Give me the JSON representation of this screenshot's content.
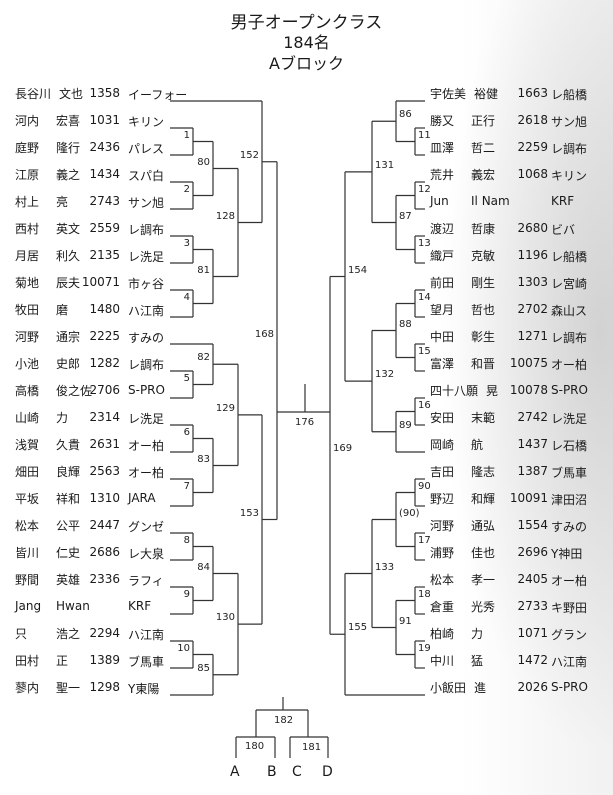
{
  "title": {
    "line1": "男子オープンクラス",
    "line2": "184名",
    "line3": "Aブロック"
  },
  "left": {
    "players": [
      {
        "family": "長谷川",
        "given": "文也",
        "id": "1358",
        "club": "イーフォー"
      },
      {
        "family": "河内",
        "given": "宏喜",
        "id": "1031",
        "club": "キリン"
      },
      {
        "family": "庭野",
        "given": "隆行",
        "id": "2436",
        "club": "パレス"
      },
      {
        "family": "江原",
        "given": "義之",
        "id": "1434",
        "club": "スパ白"
      },
      {
        "family": "村上",
        "given": "亮",
        "id": "2743",
        "club": "サン旭"
      },
      {
        "family": "西村",
        "given": "英文",
        "id": "2559",
        "club": "レ調布"
      },
      {
        "family": "月居",
        "given": "利久",
        "id": "2135",
        "club": "レ洗足"
      },
      {
        "family": "菊地",
        "given": "辰夫",
        "id": "10071",
        "club": "市ヶ谷"
      },
      {
        "family": "牧田",
        "given": "磨",
        "id": "1480",
        "club": "ハ江南"
      },
      {
        "family": "河野",
        "given": "通宗",
        "id": "2225",
        "club": "すみの"
      },
      {
        "family": "小池",
        "given": "史郎",
        "id": "1282",
        "club": "レ調布"
      },
      {
        "family": "高橋",
        "given": "俊之佐",
        "id": "2706",
        "club": "S-PRO"
      },
      {
        "family": "山崎",
        "given": "力",
        "id": "2314",
        "club": "レ洗足"
      },
      {
        "family": "浅賀",
        "given": "久貴",
        "id": "2631",
        "club": "オー柏"
      },
      {
        "family": "畑田",
        "given": "良輝",
        "id": "2563",
        "club": "オー柏"
      },
      {
        "family": "平坂",
        "given": "祥和",
        "id": "1310",
        "club": "JARA"
      },
      {
        "family": "松本",
        "given": "公平",
        "id": "2447",
        "club": "グンゼ"
      },
      {
        "family": "皆川",
        "given": "仁史",
        "id": "2686",
        "club": "レ大泉"
      },
      {
        "family": "野間",
        "given": "英雄",
        "id": "2336",
        "club": "ラフィ"
      },
      {
        "family": "Jang",
        "given": "Hwan",
        "id": "",
        "club": "KRF"
      },
      {
        "family": "只",
        "given": "浩之",
        "id": "2294",
        "club": "ハ江南"
      },
      {
        "family": "田村",
        "given": "正",
        "id": "1389",
        "club": "ブ馬車"
      },
      {
        "family": "蓼内",
        "given": "聖一",
        "id": "1298",
        "club": "Y東陽"
      }
    ],
    "matches": [
      "1",
      "2",
      "80",
      "3",
      "4",
      "81",
      "128",
      "152",
      "5",
      "82",
      "6",
      "7",
      "83",
      "129",
      "8",
      "9",
      "84",
      "10",
      "85",
      "130",
      "153",
      "168"
    ]
  },
  "right": {
    "players": [
      {
        "family": "宇佐美",
        "given": "裕健",
        "id": "1663",
        "club": "レ船橋"
      },
      {
        "family": "勝又",
        "given": "正行",
        "id": "2618",
        "club": "サン旭"
      },
      {
        "family": "皿澤",
        "given": "哲二",
        "id": "2259",
        "club": "レ調布"
      },
      {
        "family": "荒井",
        "given": "義宏",
        "id": "1068",
        "club": "キリン"
      },
      {
        "family": "Jun",
        "given": "Il Nam",
        "id": "",
        "club": "KRF"
      },
      {
        "family": "渡辺",
        "given": "哲康",
        "id": "2680",
        "club": "ビバ"
      },
      {
        "family": "織戸",
        "given": "克敏",
        "id": "1196",
        "club": "レ船橋"
      },
      {
        "family": "前田",
        "given": "剛生",
        "id": "1303",
        "club": "レ宮崎"
      },
      {
        "family": "望月",
        "given": "哲也",
        "id": "2702",
        "club": "森山ス"
      },
      {
        "family": "中田",
        "given": "彰生",
        "id": "1271",
        "club": "レ調布"
      },
      {
        "family": "富澤",
        "given": "和晋",
        "id": "10075",
        "club": "オー柏"
      },
      {
        "family": "四十八願",
        "given": "晃",
        "id": "10078",
        "club": "S-PRO"
      },
      {
        "family": "安田",
        "given": "末範",
        "id": "2742",
        "club": "レ洗足"
      },
      {
        "family": "岡崎",
        "given": "航",
        "id": "1437",
        "club": "レ石橋"
      },
      {
        "family": "吉田",
        "given": "隆志",
        "id": "1387",
        "club": "ブ馬車"
      },
      {
        "family": "野辺",
        "given": "和輝",
        "id": "10091",
        "club": "津田沼"
      },
      {
        "family": "河野",
        "given": "通弘",
        "id": "1554",
        "club": "すみの"
      },
      {
        "family": "浦野",
        "given": "佳也",
        "id": "2696",
        "club": "Y神田"
      },
      {
        "family": "松本",
        "given": "孝一",
        "id": "2405",
        "club": "オー柏"
      },
      {
        "family": "倉重",
        "given": "光秀",
        "id": "2733",
        "club": "キ野田"
      },
      {
        "family": "柏崎",
        "given": "力",
        "id": "1071",
        "club": "グラン"
      },
      {
        "family": "中川",
        "given": "猛",
        "id": "1472",
        "club": "ハ江南"
      },
      {
        "family": "小飯田",
        "given": "進",
        "id": "2026",
        "club": "S-PRO"
      }
    ],
    "matches": [
      "11",
      "86",
      "12",
      "13",
      "87",
      "131",
      "14",
      "15",
      "88",
      "16",
      "89",
      "132",
      "154",
      "90",
      "17",
      "(90)",
      "18",
      "19",
      "91",
      "133",
      "155",
      "169"
    ]
  },
  "final": {
    "center": "176",
    "playoff_top": "182",
    "playoff_left": "180",
    "playoff_right": "181",
    "slots": [
      "A",
      "B",
      "C",
      "D"
    ]
  }
}
